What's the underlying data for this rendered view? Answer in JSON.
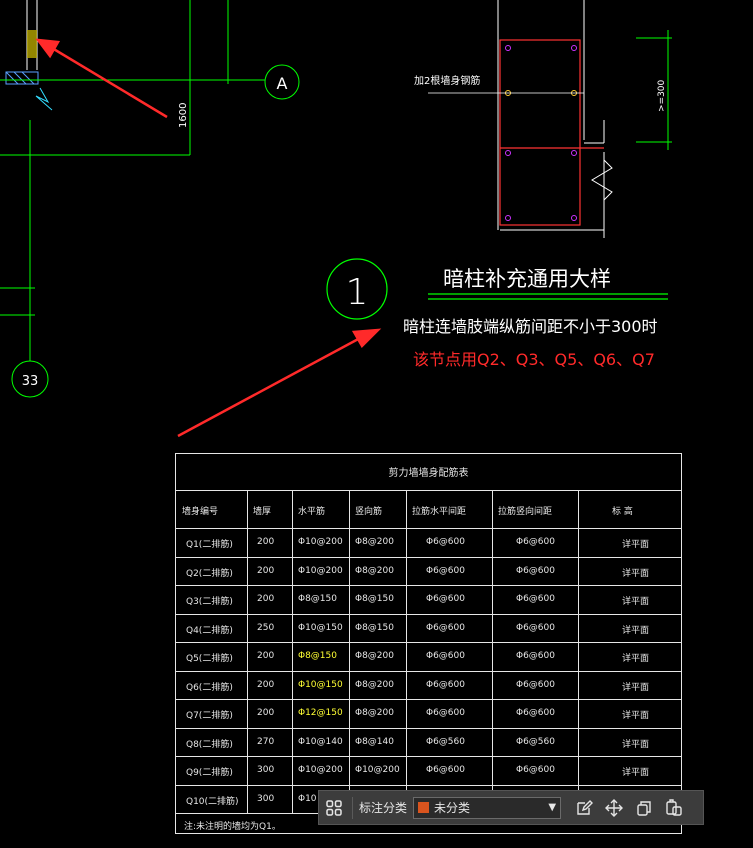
{
  "drawing": {
    "axis_a": "A",
    "axis_33": "33",
    "dim_1600": "1600",
    "dim_300": ">=300",
    "rebar_label": "加2根墙身钢筋",
    "detail_number": "1",
    "detail_title": "暗柱补充通用大样",
    "detail_note": "暗柱连墙肢端纵筋间距不小于300时",
    "detail_scope": "该节点用Q2、Q3、Q5、Q6、Q7"
  },
  "table": {
    "title": "剪力墙墙身配筋表",
    "headers": [
      "墙身编号",
      "墙厚",
      "水平筋",
      "竖向筋",
      "拉筋水平间距",
      "拉筋竖向间距",
      "标 高"
    ],
    "rows": [
      {
        "id": "Q1(二排筋)",
        "thk": "200",
        "h": "Φ10@200",
        "v": "Φ8@200",
        "th": "Φ6@600",
        "tv": "Φ6@600",
        "elev": "详平面",
        "hl": false
      },
      {
        "id": "Q2(二排筋)",
        "thk": "200",
        "h": "Φ10@200",
        "v": "Φ8@200",
        "th": "Φ6@600",
        "tv": "Φ6@600",
        "elev": "详平面",
        "hl": false
      },
      {
        "id": "Q3(二排筋)",
        "thk": "200",
        "h": "Φ8@150",
        "v": "Φ8@150",
        "th": "Φ6@600",
        "tv": "Φ6@600",
        "elev": "详平面",
        "hl": false
      },
      {
        "id": "Q4(二排筋)",
        "thk": "250",
        "h": "Φ10@150",
        "v": "Φ8@150",
        "th": "Φ6@600",
        "tv": "Φ6@600",
        "elev": "详平面",
        "hl": false
      },
      {
        "id": "Q5(二排筋)",
        "thk": "200",
        "h": "Φ8@150",
        "v": "Φ8@200",
        "th": "Φ6@600",
        "tv": "Φ6@600",
        "elev": "详平面",
        "hl": true
      },
      {
        "id": "Q6(二排筋)",
        "thk": "200",
        "h": "Φ10@150",
        "v": "Φ8@200",
        "th": "Φ6@600",
        "tv": "Φ6@600",
        "elev": "详平面",
        "hl": true
      },
      {
        "id": "Q7(二排筋)",
        "thk": "200",
        "h": "Φ12@150",
        "v": "Φ8@200",
        "th": "Φ6@600",
        "tv": "Φ6@600",
        "elev": "详平面",
        "hl": true
      },
      {
        "id": "Q8(二排筋)",
        "thk": "270",
        "h": "Φ10@140",
        "v": "Φ8@140",
        "th": "Φ6@560",
        "tv": "Φ6@560",
        "elev": "详平面",
        "hl": false
      },
      {
        "id": "Q9(二排筋)",
        "thk": "300",
        "h": "Φ10@200",
        "v": "Φ10@200",
        "th": "Φ6@600",
        "tv": "Φ6@600",
        "elev": "详平面",
        "hl": false
      },
      {
        "id": "Q10(二排筋)",
        "thk": "300",
        "h": "Φ10",
        "v": "",
        "th": "",
        "tv": "",
        "elev": "",
        "hl": false
      }
    ],
    "note": "注:未注明的墙均为Q1。"
  },
  "toolbar": {
    "grid_icon": "grid-icon",
    "category_label": "标注分类",
    "category_value": "未分类",
    "category_color": "#d9541e",
    "icons": [
      "edit-icon",
      "move-icon",
      "copy-icon",
      "paste-icon"
    ]
  },
  "colors": {
    "background": "#000000",
    "grid_line": "#00ff00",
    "column": "#ff3333",
    "arrow": "#ff2a2a",
    "highlight_text": "#ffff33"
  }
}
